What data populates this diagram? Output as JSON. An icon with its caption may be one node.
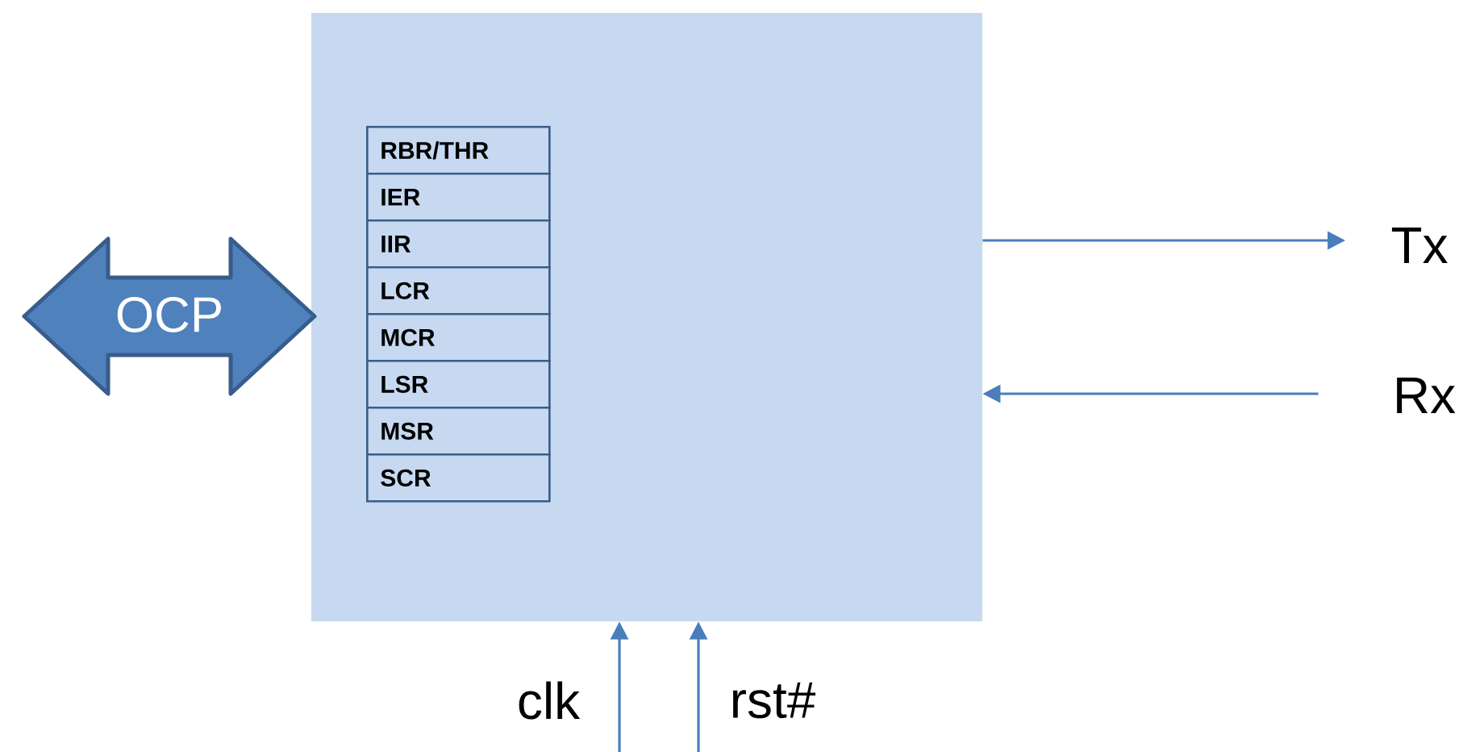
{
  "diagram": {
    "nodes": [
      {
        "text": [],
        "shape": "box"
      },
      {
        "text": [
          "RBR/THR"
        ],
        "in": 0
      },
      {
        "text": [
          "IER"
        ],
        "in": 0
      },
      {
        "text": [
          "IIR"
        ],
        "in": 0
      },
      {
        "text": [
          "LCR"
        ],
        "in": 0
      },
      {
        "text": [
          "MCR"
        ],
        "in": 0
      },
      {
        "text": [
          "LSR"
        ],
        "in": 0
      },
      {
        "text": [
          "MSR"
        ],
        "in": 0
      },
      {
        "text": [
          "SCR"
        ],
        "in": 0
      },
      {
        "text": [
          "OCP"
        ]
      },
      {
        "text": [
          "Tx"
        ]
      },
      {
        "text": [
          "Rx"
        ]
      }
    ],
    "edges": [
      {
        "from": 0,
        "to": 10,
        "arrow": "to"
      },
      {
        "from": 11,
        "to": 0,
        "arrow": "to"
      },
      {
        "from": null,
        "to": 0,
        "arrow": "to",
        "label": "clk"
      },
      {
        "from": null,
        "to": 0,
        "arrow": "to",
        "label": "rst#"
      }
    ]
  }
}
